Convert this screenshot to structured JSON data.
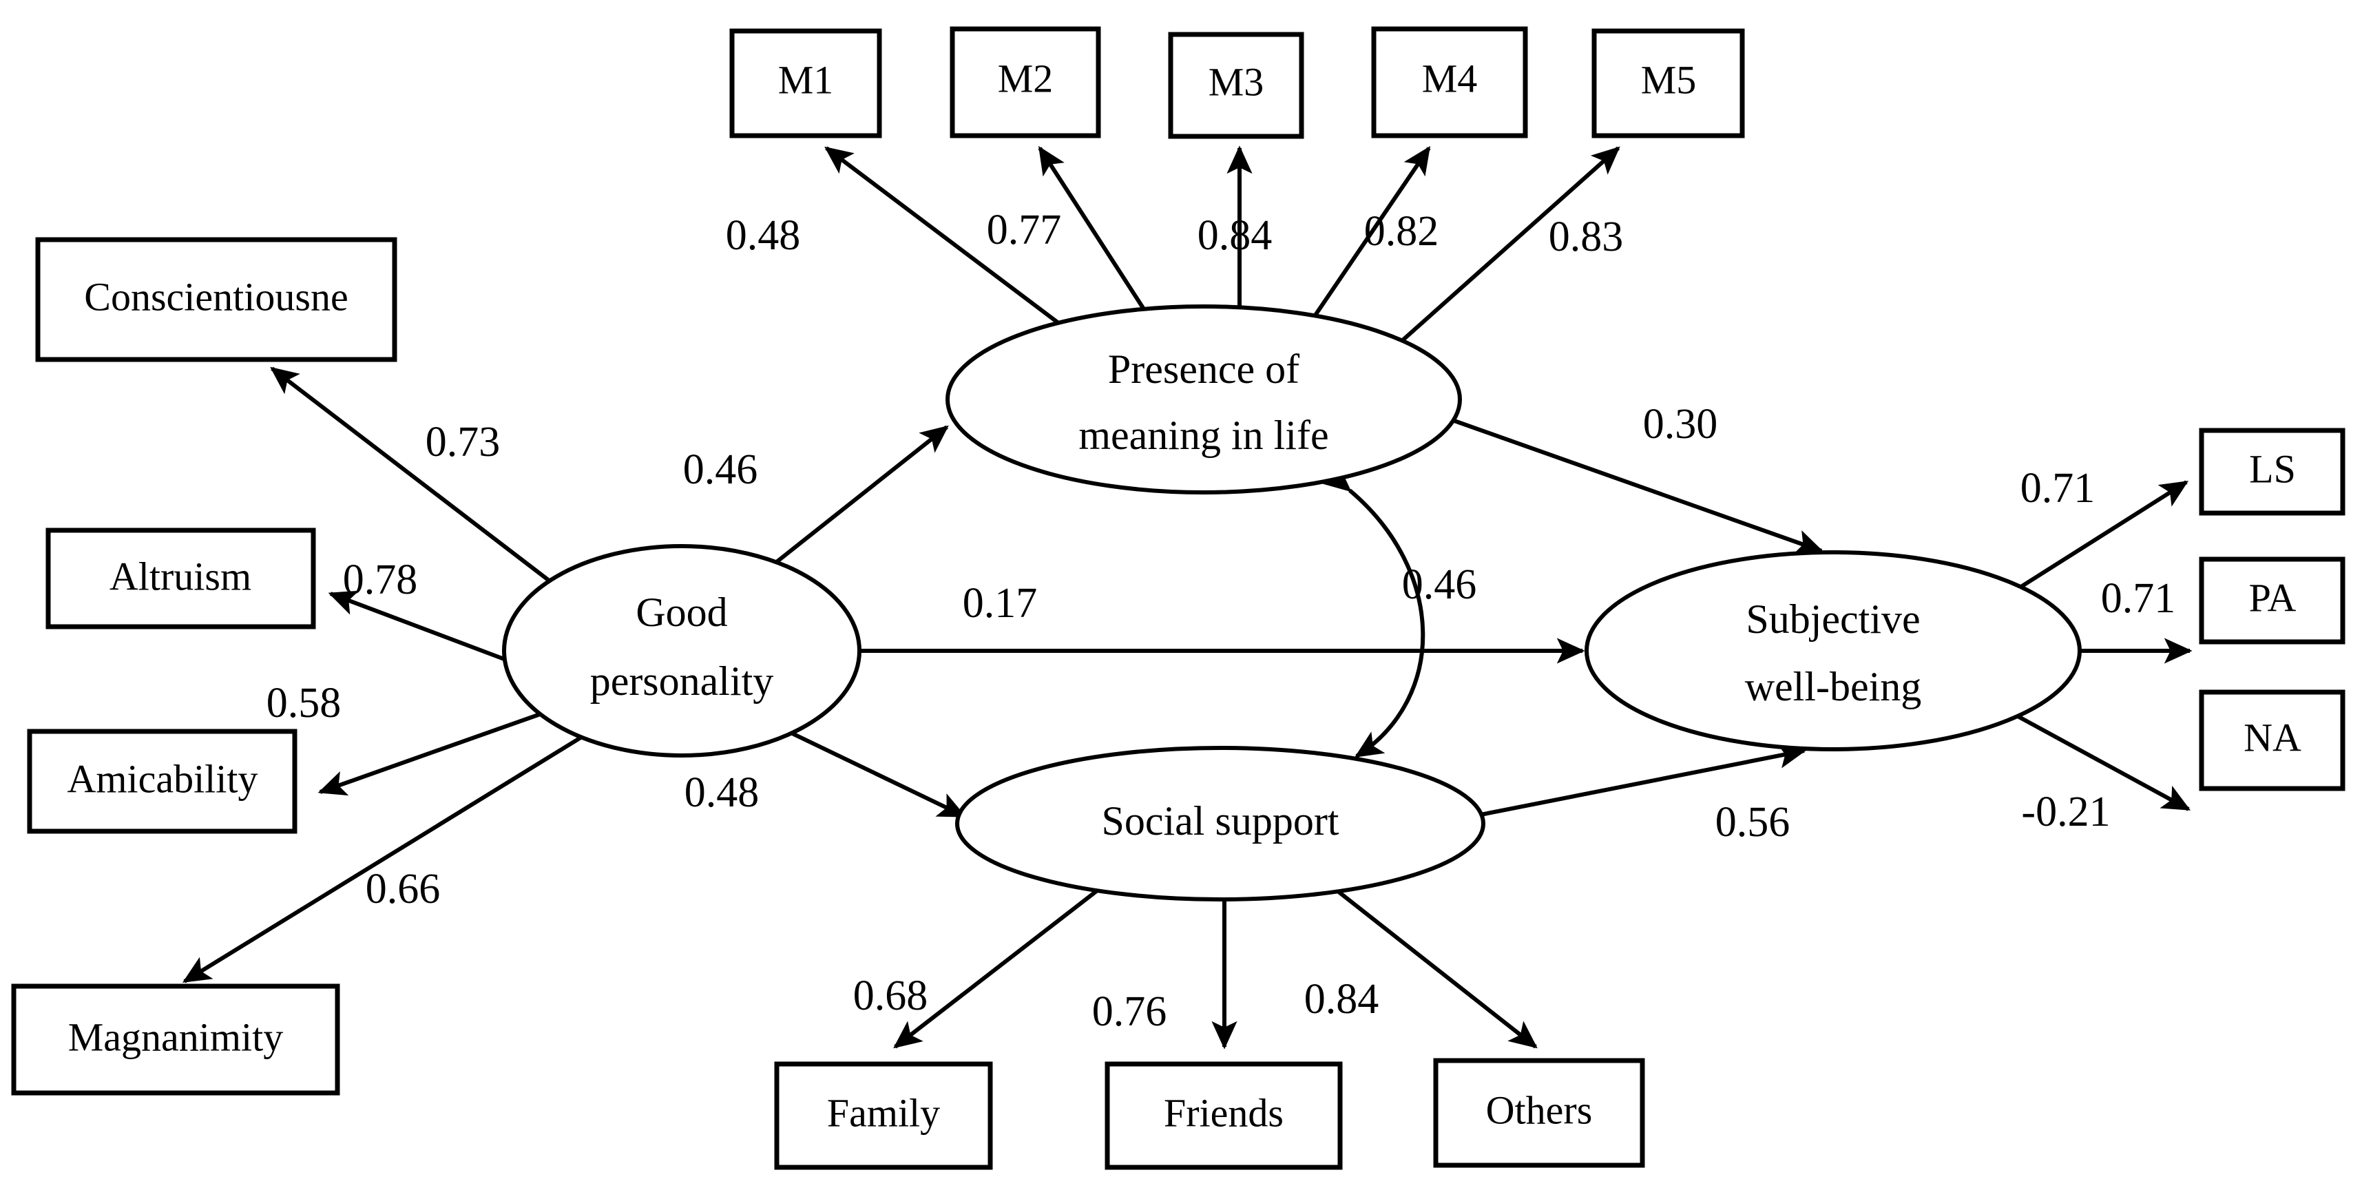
{
  "chart_data": {
    "type": "diagram",
    "diagram_kind": "structural-equation-model-path-diagram",
    "title": "",
    "latent_variables": [
      {
        "id": "good_personality",
        "label_line1": "Good",
        "label_line2": "personality"
      },
      {
        "id": "presence_meaning",
        "label_line1": "Presence of",
        "label_line2": "meaning in life"
      },
      {
        "id": "social_support",
        "label_line1": "Social support",
        "label_line2": ""
      },
      {
        "id": "subjective_wellbeing",
        "label_line1": "Subjective",
        "label_line2": "well-being"
      }
    ],
    "observed_variables": [
      {
        "id": "conscientiousne",
        "label": "Conscientiousne"
      },
      {
        "id": "altruism",
        "label": "Altruism"
      },
      {
        "id": "amicability",
        "label": "Amicability"
      },
      {
        "id": "magnanimity",
        "label": "Magnanimity"
      },
      {
        "id": "m1",
        "label": "M1"
      },
      {
        "id": "m2",
        "label": "M2"
      },
      {
        "id": "m3",
        "label": "M3"
      },
      {
        "id": "m4",
        "label": "M4"
      },
      {
        "id": "m5",
        "label": "M5"
      },
      {
        "id": "family",
        "label": "Family"
      },
      {
        "id": "friends",
        "label": "Friends"
      },
      {
        "id": "others",
        "label": "Others"
      },
      {
        "id": "ls",
        "label": "LS"
      },
      {
        "id": "pa",
        "label": "PA"
      },
      {
        "id": "na",
        "label": "NA"
      }
    ],
    "paths": [
      {
        "from": "good_personality",
        "to": "conscientiousne",
        "coefficient": "0.73",
        "kind": "directed"
      },
      {
        "from": "good_personality",
        "to": "altruism",
        "coefficient": "0.78",
        "kind": "directed"
      },
      {
        "from": "good_personality",
        "to": "amicability",
        "coefficient": "0.58",
        "kind": "directed"
      },
      {
        "from": "good_personality",
        "to": "magnanimity",
        "coefficient": "0.66",
        "kind": "directed"
      },
      {
        "from": "good_personality",
        "to": "presence_meaning",
        "coefficient": "0.46",
        "kind": "directed"
      },
      {
        "from": "good_personality",
        "to": "subjective_wellbeing",
        "coefficient": "0.17",
        "kind": "directed"
      },
      {
        "from": "good_personality",
        "to": "social_support",
        "coefficient": "0.48",
        "kind": "directed"
      },
      {
        "from": "presence_meaning",
        "to": "m1",
        "coefficient": "0.48",
        "kind": "directed"
      },
      {
        "from": "presence_meaning",
        "to": "m2",
        "coefficient": "0.77",
        "kind": "directed"
      },
      {
        "from": "presence_meaning",
        "to": "m3",
        "coefficient": "0.84",
        "kind": "directed"
      },
      {
        "from": "presence_meaning",
        "to": "m4",
        "coefficient": "0.82",
        "kind": "directed"
      },
      {
        "from": "presence_meaning",
        "to": "m5",
        "coefficient": "0.83",
        "kind": "directed"
      },
      {
        "from": "presence_meaning",
        "to": "subjective_wellbeing",
        "coefficient": "0.30",
        "kind": "directed"
      },
      {
        "from": "presence_meaning",
        "to": "social_support",
        "coefficient": "0.46",
        "kind": "bidirectional"
      },
      {
        "from": "social_support",
        "to": "family",
        "coefficient": "0.68",
        "kind": "directed"
      },
      {
        "from": "social_support",
        "to": "friends",
        "coefficient": "0.76",
        "kind": "directed"
      },
      {
        "from": "social_support",
        "to": "others",
        "coefficient": "0.84",
        "kind": "directed"
      },
      {
        "from": "social_support",
        "to": "subjective_wellbeing",
        "coefficient": "0.56",
        "kind": "directed"
      },
      {
        "from": "subjective_wellbeing",
        "to": "ls",
        "coefficient": "0.71",
        "kind": "directed"
      },
      {
        "from": "subjective_wellbeing",
        "to": "pa",
        "coefficient": "0.71",
        "kind": "directed"
      },
      {
        "from": "subjective_wellbeing",
        "to": "na",
        "coefficient": "-0.21",
        "kind": "directed"
      }
    ]
  },
  "nodes": {
    "conscientiousne": {
      "label": "Conscientiousne"
    },
    "altruism": {
      "label": "Altruism"
    },
    "amicability": {
      "label": "Amicability"
    },
    "magnanimity": {
      "label": "Magnanimity"
    },
    "m1": {
      "label": "M1"
    },
    "m2": {
      "label": "M2"
    },
    "m3": {
      "label": "M3"
    },
    "m4": {
      "label": "M4"
    },
    "m5": {
      "label": "M5"
    },
    "family": {
      "label": "Family"
    },
    "friends": {
      "label": "Friends"
    },
    "others": {
      "label": "Others"
    },
    "ls": {
      "label": "LS"
    },
    "pa": {
      "label": "PA"
    },
    "na": {
      "label": "NA"
    },
    "good_personality": {
      "line1": "Good",
      "line2": "personality"
    },
    "presence_meaning": {
      "line1": "Presence of",
      "line2": "meaning in life"
    },
    "social_support": {
      "line1": "Social support"
    },
    "subjective_wellbeing": {
      "line1": "Subjective",
      "line2": "well-being"
    }
  },
  "coefficients": {
    "gp_to_conscientiousne": "0.73",
    "gp_to_altruism": "0.78",
    "gp_to_amicability": "0.58",
    "gp_to_magnanimity": "0.66",
    "gp_to_pm": "0.46",
    "gp_to_swb": "0.17",
    "gp_to_ss": "0.48",
    "pm_to_m1": "0.48",
    "pm_to_m2": "0.77",
    "pm_to_m3": "0.84",
    "pm_to_m4": "0.82",
    "pm_to_m5": "0.83",
    "pm_to_swb": "0.30",
    "pm_ss_corr": "0.46",
    "ss_to_family": "0.68",
    "ss_to_friends": "0.76",
    "ss_to_others": "0.84",
    "ss_to_swb": "0.56",
    "swb_to_ls": "0.71",
    "swb_to_pa": "0.71",
    "swb_to_na": "-0.21"
  },
  "colors": {
    "stroke": "#000000",
    "fill": "#ffffff",
    "background": "#ffffff"
  }
}
